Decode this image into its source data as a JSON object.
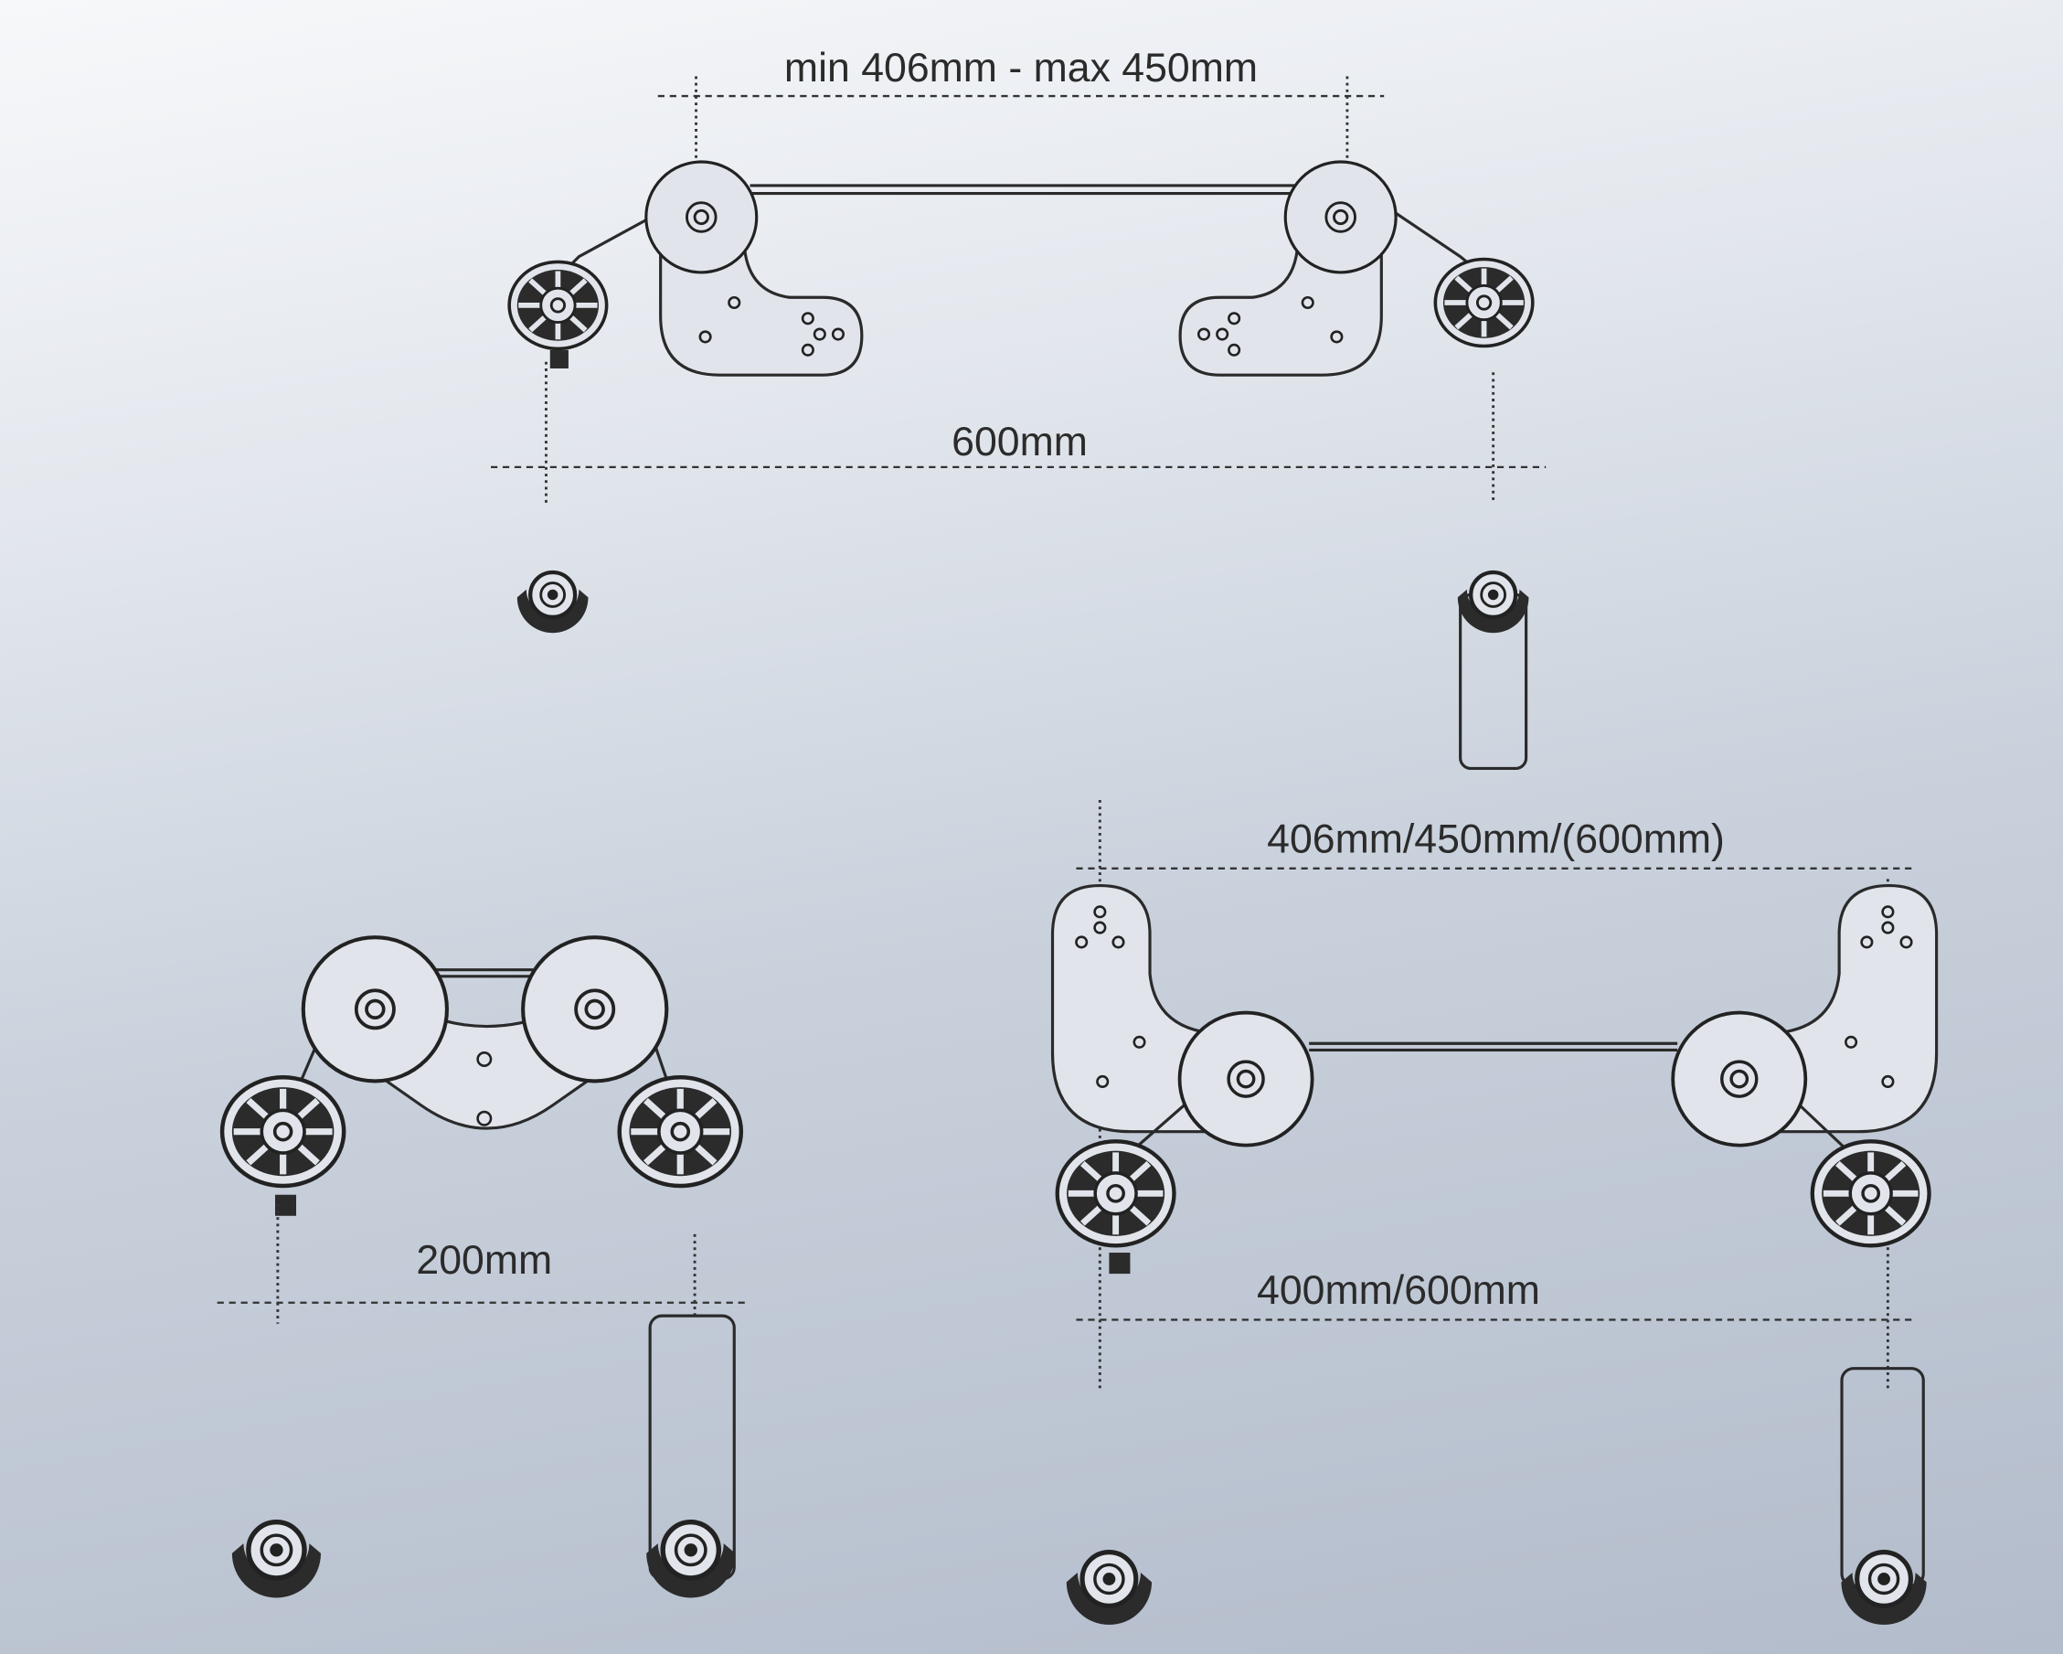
{
  "dimensions": {
    "top_mount_spacing": "min 406mm - max 450mm",
    "top_wheel_spacing": "600mm",
    "compact_wheel_spacing": "200mm",
    "wide_mount_spacing": "406mm/450mm/(600mm)",
    "wide_wheel_spacing": "400mm/600mm"
  },
  "colors": {
    "line": "#2a2a2a",
    "wheel": "#2b2b2b"
  }
}
